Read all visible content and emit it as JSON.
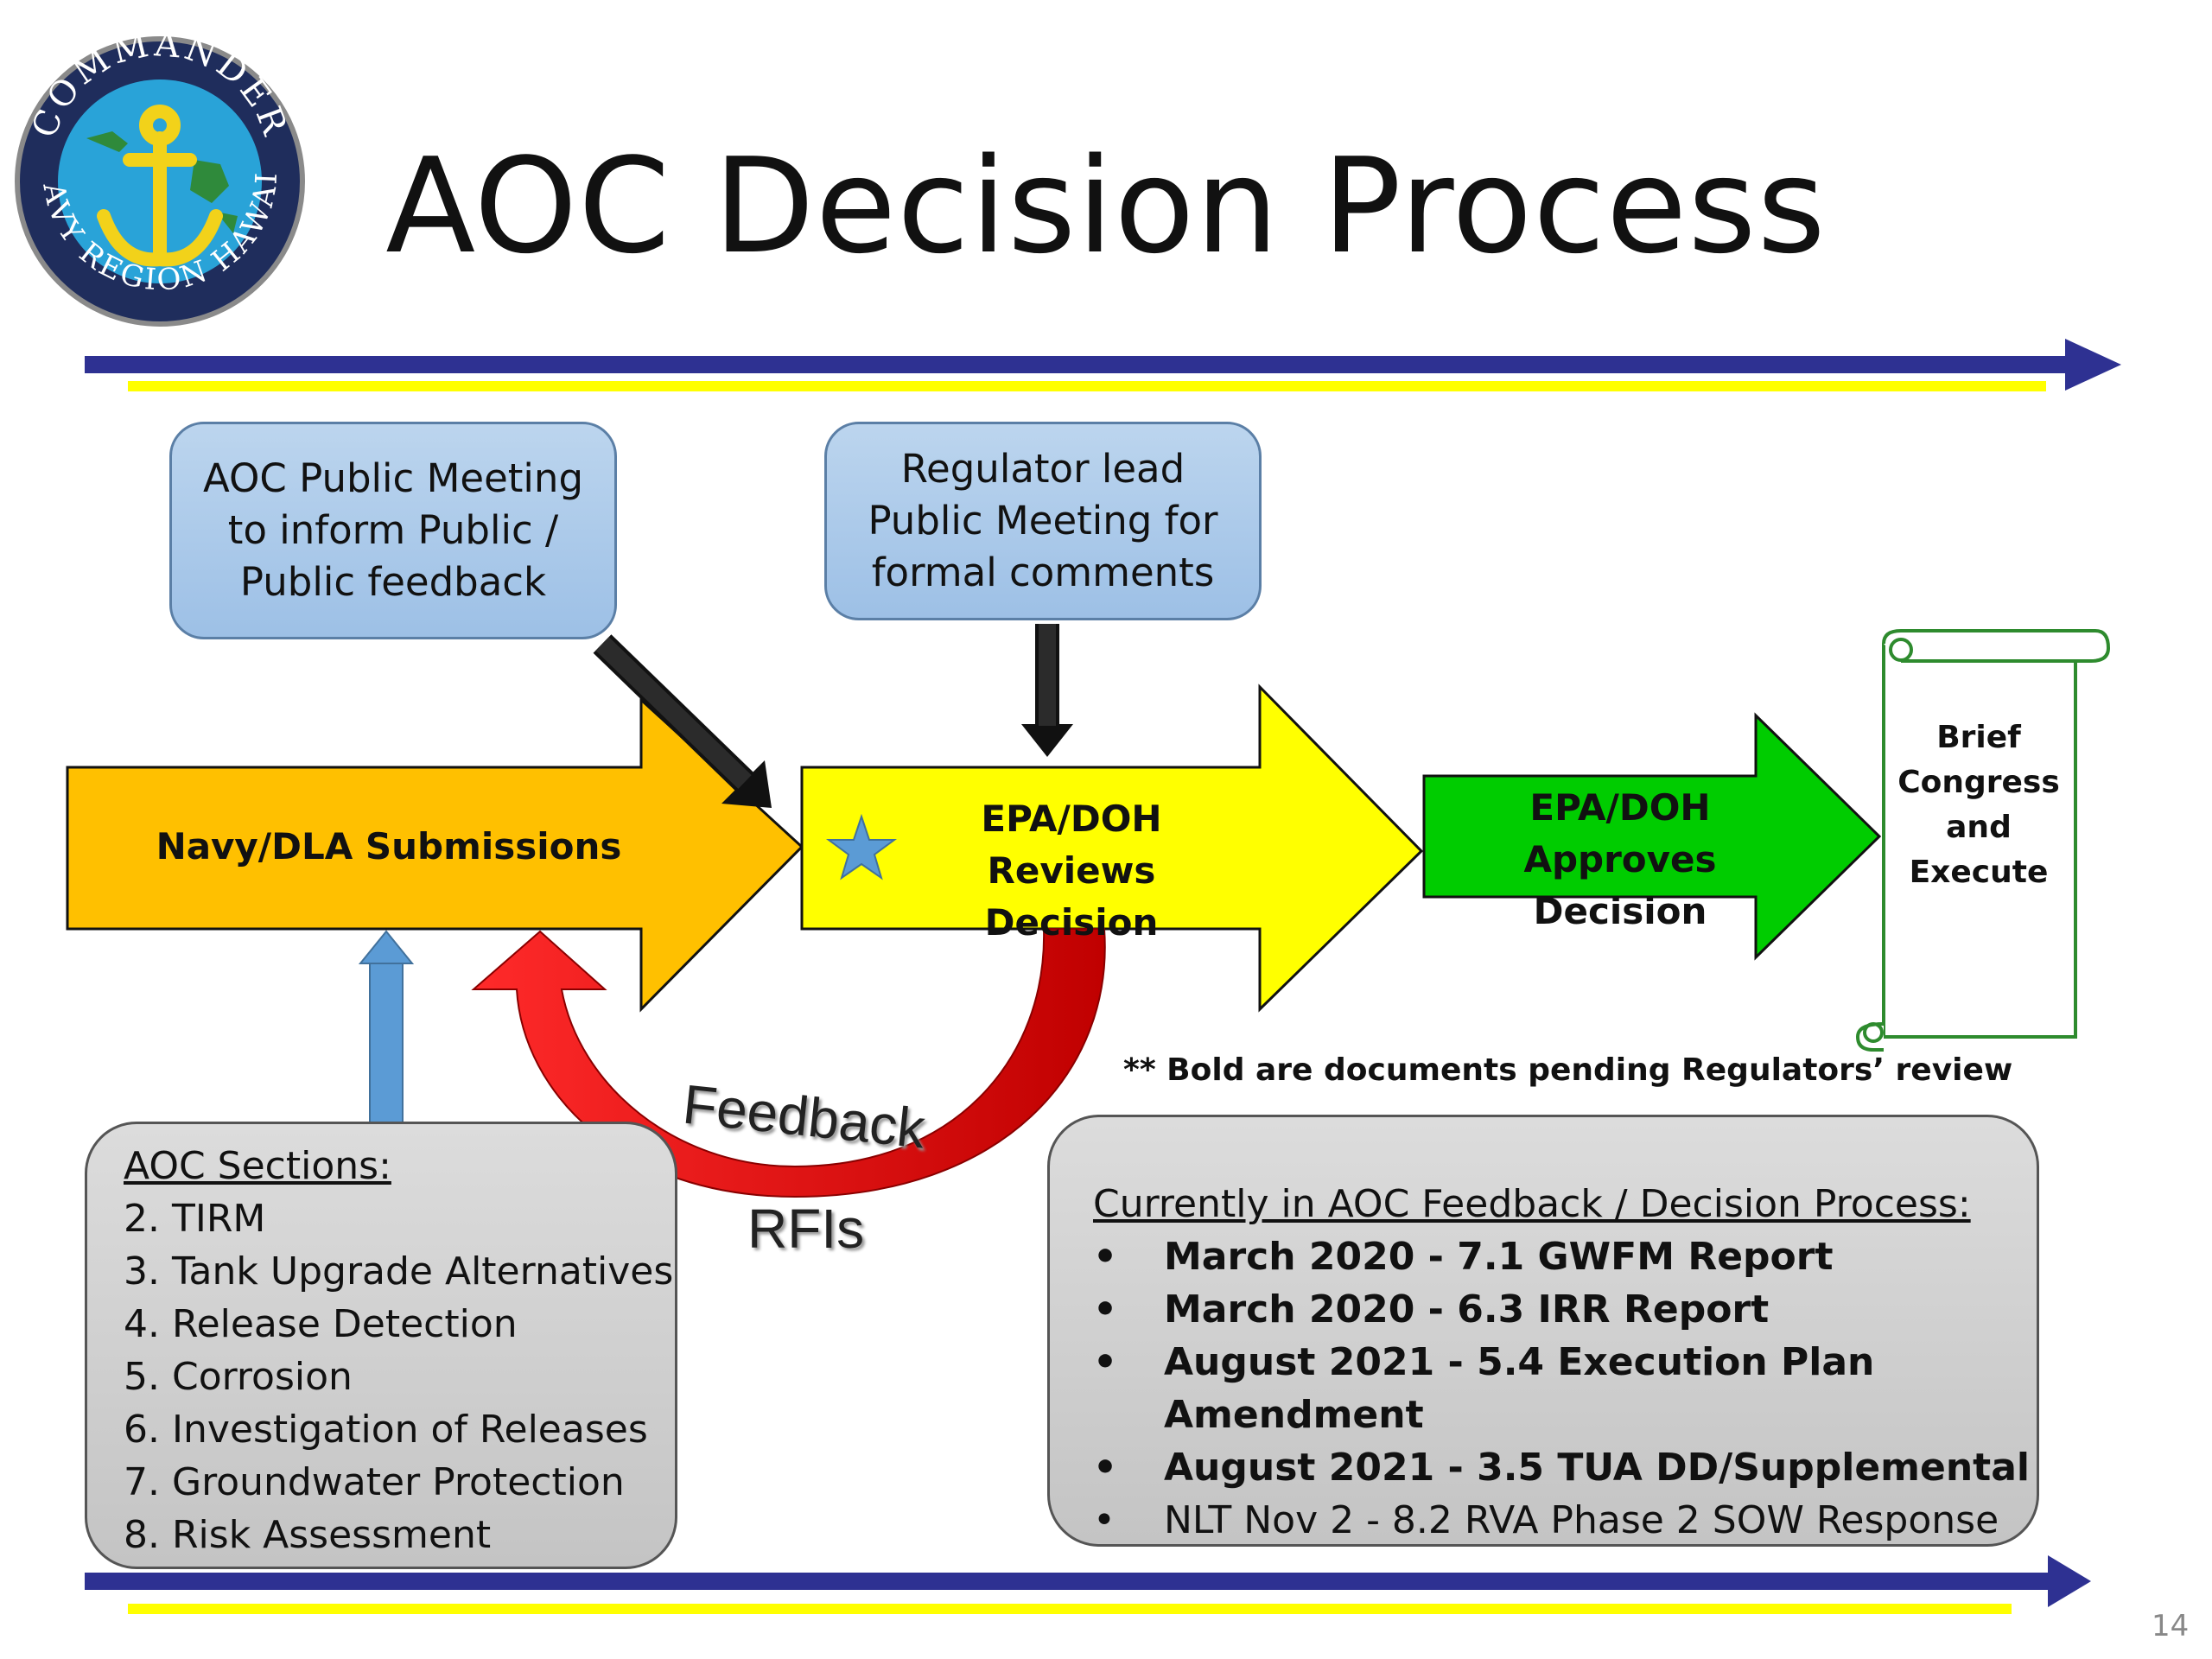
{
  "logo": {
    "top_text": "COMMANDER",
    "bottom_text": "NAVY REGION HAWAII"
  },
  "title": "AOC Decision Process",
  "callouts": {
    "public_meeting": "AOC Public Meeting\nto inform Public /\nPublic feedback",
    "regulator_meeting": "Regulator lead\nPublic Meeting for\nformal comments"
  },
  "process": {
    "navy_submissions": "Navy/DLA Submissions",
    "epa_reviews": "EPA/DOH\nReviews Decision",
    "epa_approves": "EPA/DOH\nApproves Decision",
    "brief_congress": "Brief\nCongress\nand\nExecute"
  },
  "feedback_loop": {
    "feedback_label": "Feedback",
    "rfi_label": "RFIs"
  },
  "note": "** Bold are documents pending Regulators’ review",
  "aoc_sections": {
    "heading": "AOC Sections:",
    "items": [
      "2. TIRM",
      "3. Tank Upgrade Alternatives",
      "4. Release Detection",
      "5. Corrosion",
      "6. Investigation of Releases",
      "7. Groundwater Protection",
      "8. Risk Assessment"
    ]
  },
  "current_process": {
    "heading": "Currently in AOC Feedback / Decision Process:",
    "bullet": "•",
    "items": [
      {
        "text": "March 2020 - 7.1 GWFM Report",
        "bold": true
      },
      {
        "text": "March 2020 - 6.3 IRR Report",
        "bold": true
      },
      {
        "text": "August 2021 - 5.4 Execution Plan Amendment",
        "bold": true
      },
      {
        "text": "August 2021 - 3.5 TUA DD/Supplemental",
        "bold": true
      },
      {
        "text": "NLT Nov 2 - 8.2 RVA Phase 2 SOW Response",
        "bold": false
      }
    ]
  },
  "page_number": "14",
  "colors": {
    "navy_blue": "#2e3192",
    "yellow_line": "#ffff00",
    "orange_arrow": "#ffc000",
    "yellow_arrow": "#ffff00",
    "green_arrow": "#00cc00",
    "scroll_outline": "#2e8b2e",
    "feedback_red": "#e11010",
    "callout_blue": "#9dc0e6",
    "star_blue": "#5b9bd5",
    "up_arrow_blue": "#5b9bd5"
  }
}
